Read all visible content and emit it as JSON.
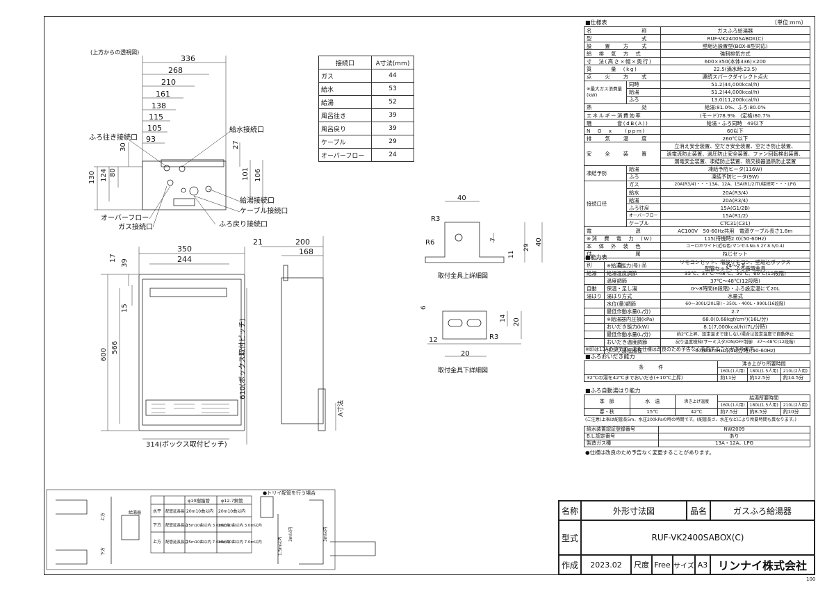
{
  "drawing": {
    "top_view_label": "(上方からの透視図)",
    "top_dims": [
      "336",
      "268",
      "210",
      "161",
      "138",
      "115",
      "105",
      "93"
    ],
    "left_dims": [
      "30",
      "80",
      "124",
      "130"
    ],
    "right_dims": [
      "27",
      "101",
      "106"
    ],
    "labels": {
      "furo_iki": "ふろ往き接続口",
      "kyusui": "給水接続口",
      "kyuto": "給湯接続口",
      "cable": "ケーブル接続口",
      "furo_modori": "ふろ戻り接続口",
      "overflow": "オーバーフロー",
      "gas": "ガス接続口"
    },
    "front_dims": {
      "w350": "350",
      "w244": "244",
      "h17": "17",
      "h39": "39",
      "h15": "15",
      "h566": "566",
      "h600": "600",
      "pitch_h": "610(ボックス取付ピッチ)",
      "pitch_w": "314(ボックス取付ピッチ)"
    },
    "side_dims": {
      "d21": "21",
      "d200": "200",
      "d168": "168",
      "a_dim": "A寸法"
    },
    "bracket_top": {
      "title": "取付金具上詳細図",
      "w40": "40",
      "r3": "R3",
      "r6": "R6",
      "d7": "7",
      "d11": "11",
      "d29": "29",
      "d40": "40"
    },
    "bracket_bottom": {
      "title": "取付金具下詳細図",
      "d6": "6",
      "d12": "12",
      "d20": "20",
      "d14": "14",
      "d20b": "20",
      "r3": "R3"
    }
  },
  "a_table": {
    "headers": [
      "接続口",
      "A寸法(mm)"
    ],
    "rows": [
      [
        "ガス",
        "44"
      ],
      [
        "給水",
        "53"
      ],
      [
        "給湯",
        "52"
      ],
      [
        "風呂往き",
        "39"
      ],
      [
        "風呂戻り",
        "39"
      ],
      [
        "ケーブル",
        "29"
      ],
      [
        "オーバーフロー",
        "24"
      ]
    ]
  },
  "spec": {
    "title": "■仕様表",
    "unit": "〔単位:mm〕",
    "rows": [
      [
        "名　　　　　　　　称",
        "ガスふろ給湯器"
      ],
      [
        "型　　　　　　　　式",
        "RUF-VK2400SABOX(C)"
      ],
      [
        "設　　置　　方　　式",
        "壁組込設置型(BOX-Ⅲ型対応)"
      ],
      [
        "給　排　気　方　式",
        "強制排気方式"
      ],
      [
        "寸　法(高さ×幅×奥行)",
        "600×350(本体336)×200"
      ],
      [
        "質　　　量　(kg)",
        "22.5(満水時:23.5)"
      ],
      [
        "点　　火　　方　　式",
        "連続スパークダイレクト点火"
      ]
    ],
    "gas_label": "※最大ガス消費量(kW)",
    "gas_rows": [
      [
        "同時",
        "51.2(44,000kcal/h)"
      ],
      [
        "給湯",
        "51.2(44,000kcal/h)"
      ],
      [
        "ふろ",
        "13.0(11,200kcal/h)"
      ]
    ],
    "rows2": [
      [
        "熱　　　　　　　　効",
        "給湯:81.0%、ふろ:80.0%"
      ],
      [
        "エネルギー消費効率",
        "(モード)78.9%　(定格)80.7%"
      ],
      [
        "騒　　　　音(dB(A))",
        "給湯・ふろ同時　49以下"
      ],
      [
        "N　O　x　　(ppm)",
        "60以下"
      ],
      [
        "排　　気　　温　　度",
        "260℃以下"
      ]
    ],
    "safety_label": "安　　全　　装　　置",
    "safety": [
      "立消え安全装置、空だき安全装置、空だき防止装置、",
      "過電流防止装置、過圧防止安全装置、ファン回転検出装置、",
      "漏電安全装置、凍結防止装置、熱交換器過熱防止装置"
    ],
    "freeze_label": "凍結予防",
    "freeze": [
      [
        "給湯",
        "凍結予防ヒータ(116W)"
      ],
      [
        "ふろ",
        "凍結予防ヒータ(9W)"
      ]
    ],
    "conn_label": "接続口径",
    "conn": [
      [
        "ガス",
        "20A(R3/4)・・・13A、12A、15A(R1/2)TU接続可・・・LPG"
      ],
      [
        "給水",
        "20A(R3/4)"
      ],
      [
        "給湯",
        "20A(R3/4)"
      ],
      [
        "ふろ往戻",
        "15A(G1/2B)"
      ],
      [
        "オーバーフロー",
        "15A(R1/2)"
      ],
      [
        "ケーブル",
        "CTC31(C31)"
      ]
    ],
    "rows3": [
      [
        "電　　　　　　　源",
        "AC100V　50-60Hz共用　電源ケーブル長さ1.8m"
      ],
      [
        "※消　費　電　力　(W)",
        "115(待機時2.0)(50-60Hz)"
      ],
      [
        "本　体　外　装　色",
        "ユーロホワイト(近似色:マンセルNo.5.2Y 8.5/0.4)"
      ],
      [
        "付　　　　　　　属",
        "ねじセット"
      ],
      [
        "別　　　　売　　　品",
        "リモコンセット、増設リモコン、壁組込ボックス\n配管セット、ふろ循環金具"
      ]
    ]
  },
  "capacity": {
    "title": "■能力表",
    "rows": [
      [
        "",
        "※給湯能力(号)",
        "24〜2.5"
      ],
      [
        "給湯",
        "給湯温度調節",
        "35℃、37℃〜48℃、50℃、60℃(15段階)"
      ],
      [
        "",
        "温度調節",
        "37℃〜48℃(12段階)"
      ],
      [
        "自動",
        "保温・足し湯",
        "0〜8時間(6段階)・ふろ設定温にて20L"
      ],
      [
        "湯はり",
        "湯はり方式",
        "水量式"
      ],
      [
        "",
        "水位(量)調節",
        "60〜300L(20L単)・350L・400L・990L(16段階)"
      ],
      [
        "",
        "最低作動水量(L/分)",
        "2.7"
      ],
      [
        "",
        "※給湯器内圧損(kPa)",
        "68.0(0.68kgf/cm²)(16L/分)"
      ],
      [
        "",
        "おいだき能力(kW)",
        "8.1(7,000kcal/h)(7L/分時)"
      ],
      [
        "",
        "最低作動水量(L/分)",
        "約2℃上昇、設定温まで達しない場合は設定温度で自動停止"
      ],
      [
        "",
        "おいだき温度調節",
        "戻り温度検知(サーミスタ)ON/OFF制御　37〜48℃(12段階)"
      ],
      [
        "",
        "ポンプ揚程揚程",
        "67(6.8mH₂O)(5L/分時)(50-60Hz)"
      ]
    ],
    "note": "※印は13Aの値です。また仕様は改良のため予告なく変更することがあります。"
  },
  "reheat": {
    "title": "■ふろおいだき能力",
    "head": [
      "条　　　件",
      "沸き上がり所要時間"
    ],
    "sub": [
      "160L(1人用)",
      "180L(1.5人用)",
      "210L(2人用)"
    ],
    "row": [
      "32℃の湯を42℃までおいだき(+10℃上昇)",
      "約11分",
      "約12.5分",
      "約14.5分"
    ]
  },
  "autofill": {
    "title": "■ふろ自動湯はり能力",
    "head": [
      "季　節",
      "水　温",
      "沸き上げ温度",
      "給湯所要時間"
    ],
    "sub": [
      "160L(1人用)",
      "180L(1.5人用)",
      "210L(2人用)"
    ],
    "row": [
      "春・秋",
      "15℃",
      "42℃",
      "約7.5分",
      "約8.5分",
      "約10分"
    ],
    "note": "(ご注意)上表は配管長5m、水圧200kPaの時の時間です。(配管長さ、水圧などにより所要時間も異なります。)"
  },
  "cert": {
    "rows": [
      [
        "給水装置認証登録番号",
        "NW2009"
      ],
      [
        "B.L.認定番号",
        "あり"
      ],
      [
        "製造ガス種",
        "13A・12A、LPG"
      ]
    ],
    "note": "●仕様は改良のため予告なく変更することがあります。"
  },
  "piping": {
    "heading": "●トリイ配管を行う場合",
    "col_heads": [
      "",
      "φ10樹脂管",
      "φ12.7銅管"
    ],
    "rows": [
      [
        "水平",
        "配管延長長",
        "20m10曲以内",
        "20m10曲以内"
      ],
      [
        "下方",
        "配管延長長さ",
        "25m10曲以内\n3.0m以内",
        "20m10曲以内\n3.0m以内"
      ],
      [
        "上方",
        "配管延長長さ",
        "25m10曲以内\n7.0m以内",
        "20m10曲以内\n7.0m以内"
      ]
    ],
    "labels": {
      "kyutoki": "給湯器",
      "upper": "上方",
      "lower": "下方",
      "lower2": "1.5m以内",
      "upper2": "3m以内",
      "lim": "3m以内"
    }
  },
  "title_block": {
    "name_label": "名称",
    "name_value": "外形寸法図",
    "prod_label": "品名",
    "prod_value": "ガスふろ給湯器",
    "model_label": "型式",
    "model_value": "RUF-VK2400SABOX(C)",
    "made_label": "作成",
    "made_value": "2023.02",
    "scale_label": "尺度",
    "scale_value": "Free",
    "size_label": "サイズ",
    "size_value": "A3",
    "company": "リンナイ株式会社",
    "page": "100"
  }
}
